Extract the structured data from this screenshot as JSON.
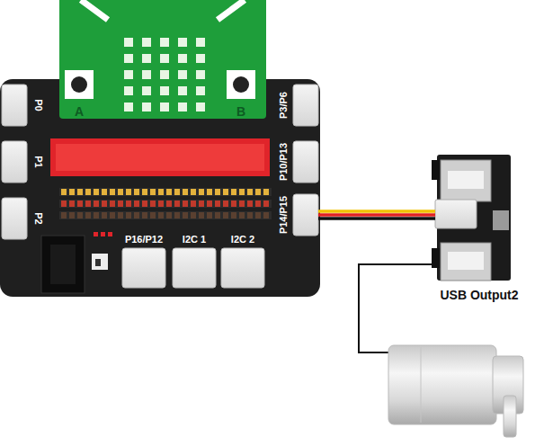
{
  "diagram": {
    "nodes": [
      {
        "text": [
          "P14/P15"
        ]
      },
      {
        "text": [
          "USB Output2"
        ]
      }
    ],
    "edges": [
      {
        "from": 0,
        "to": 1,
        "arrow": "none"
      }
    ],
    "labels": [
      "A",
      "B",
      "P0",
      "P1",
      "P2",
      "P3/P6",
      "P10/P13",
      "P16/P12",
      "I2C 1",
      "I2C 2"
    ]
  }
}
